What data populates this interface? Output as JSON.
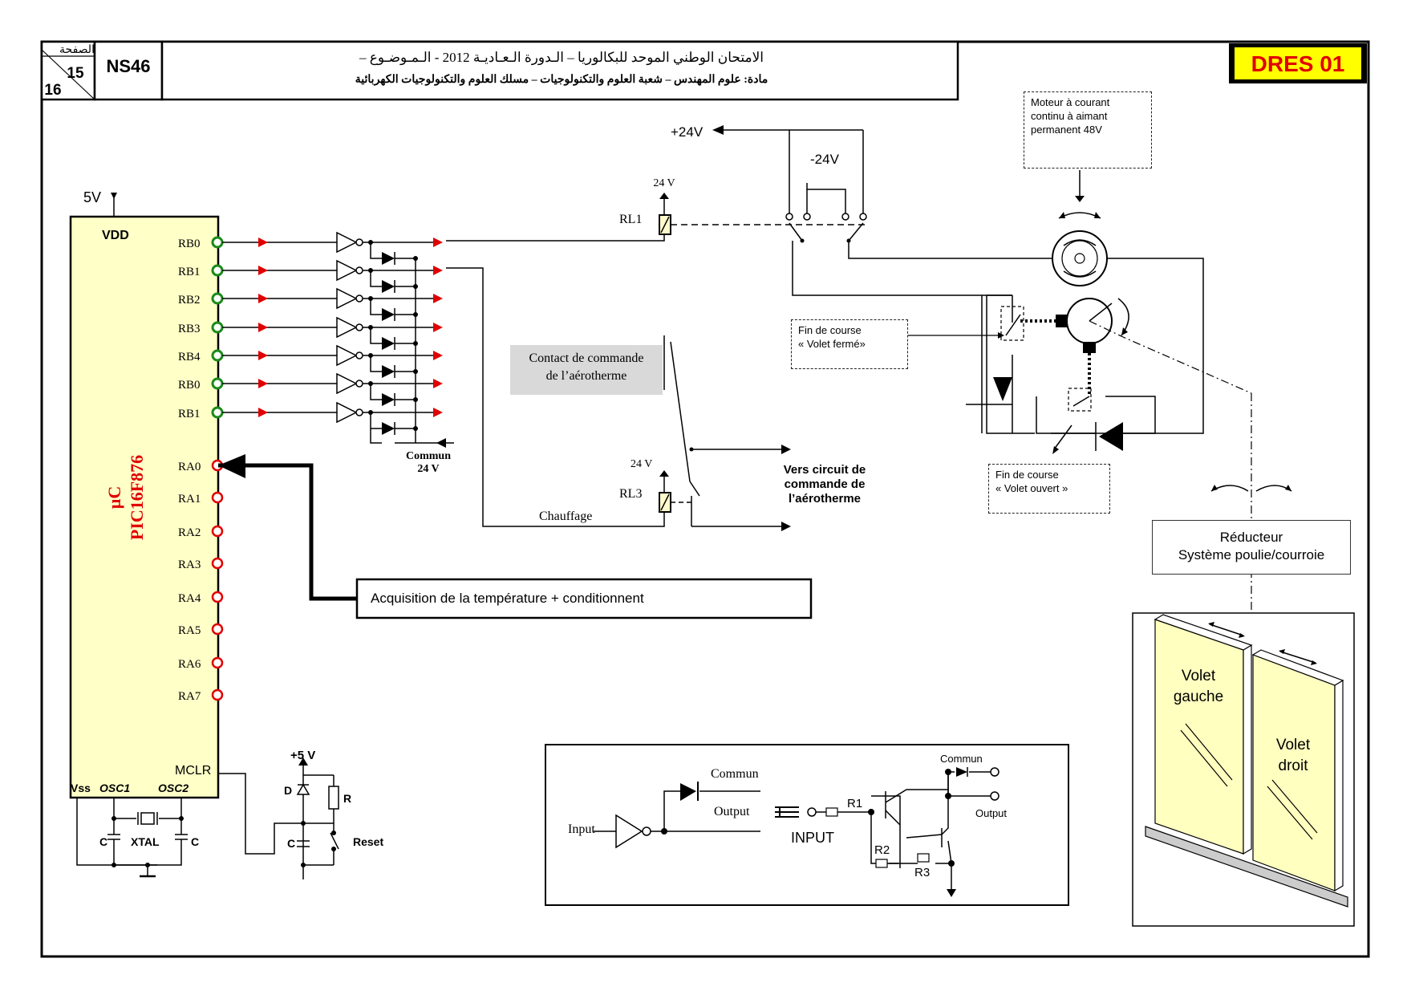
{
  "header": {
    "page_label": "الصفحة",
    "page_num": "15",
    "page_total": "16",
    "code": "NS46",
    "line1": "الامتحان الوطني الموحد للبكالوريا –   الـدورة الـعـاديـة  2012 - الـمـوضـوع –",
    "line2": "مادة: علوم المهندس  –  شعبة العلوم والتكنولوجيات  –  مسلك العلوم والتكنولوجيات الكهربائية",
    "doc_ref": "DRES 01",
    "colors": {
      "doc_ref_bg": "#ffff00",
      "doc_ref_text": "#e00000"
    }
  },
  "micro": {
    "supply": "5V",
    "vdd": "VDD",
    "name_line1": "µC",
    "name_line2": "PIC16F876",
    "portb_pins": [
      "RB0",
      "RB1",
      "RB2",
      "RB3",
      "RB4",
      "RB0",
      "RB1"
    ],
    "porta_pins": [
      "RA0",
      "RA1",
      "RA2",
      "RA3",
      "RA4",
      "RA5",
      "RA6",
      "RA7"
    ],
    "mclr": "MCLR",
    "vss": "Vss",
    "osc1": "OSC1",
    "osc2": "OSC2",
    "cap1": "C",
    "xtal": "XTAL",
    "cap2": "C",
    "colors": {
      "body": "#ffffc8",
      "name": "#e00000",
      "portb_pin": "#1a8a1a",
      "porta_pin": "#e00000"
    }
  },
  "reset_circuit": {
    "supply": "+5 V",
    "diode": "D",
    "resistor": "R",
    "cap": "C",
    "button": "Reset"
  },
  "driver": {
    "common_line1": "Commun",
    "common_line2": "24 V"
  },
  "relays": {
    "rl1_voltage": "24 V",
    "rl1_label": "RL1",
    "rl3_voltage": "24 V",
    "rl3_label": "RL3",
    "plus24": "+24V",
    "minus24": "-24V",
    "heating": "Chauffage",
    "heater_contact_line1": "Contact de commande",
    "heater_contact_line2": "de  l’aérotherme",
    "to_heater_line1": "Vers circuit de",
    "to_heater_line2": "commande de",
    "to_heater_line3": "l’aérotherme"
  },
  "acquisition": "Acquisition de la température + conditionnent",
  "motor_note": [
    "Moteur à courant",
    "continu à aimant",
    "permanent 48V"
  ],
  "limit_closed": [
    "Fin de course",
    "« Volet fermé»"
  ],
  "limit_open": [
    "Fin de course",
    "« Volet ouvert »"
  ],
  "reducer": [
    "Réducteur",
    "Système poulie/courroie"
  ],
  "shutters": {
    "left": [
      "Volet",
      "gauche"
    ],
    "right": [
      "Volet",
      "droit"
    ],
    "colors": {
      "panel": "#ffffc0"
    }
  },
  "equivalence": {
    "common": "Commun",
    "output": "Output",
    "input": "Input",
    "eq_input": "INPUT",
    "r1": "R1",
    "r2": "R2",
    "r3": "R3",
    "eq_common": "Commun",
    "eq_output": "Output"
  }
}
